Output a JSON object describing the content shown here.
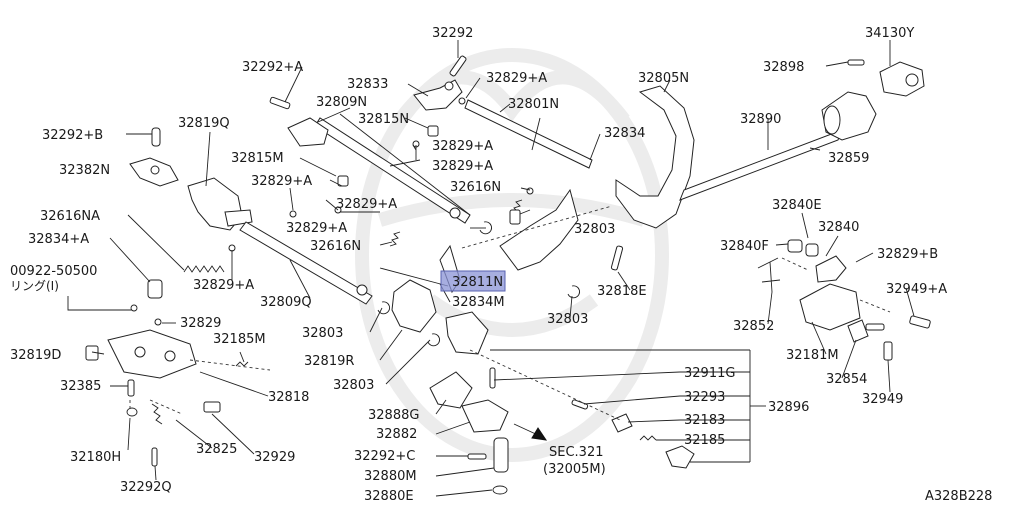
{
  "title_code": "A328B228",
  "labels": {
    "p32292": "32292",
    "p34130Y": "34130Y",
    "p32292A": "32292+A",
    "p32833": "32833",
    "p32829A_1": "32829+A",
    "p32805N": "32805N",
    "p32898": "32898",
    "p32809N": "32809N",
    "p32801N": "32801N",
    "p32292B": "32292+B",
    "p32819Q": "32819Q",
    "p32815N": "32815N",
    "p32890": "32890",
    "p32829A_2": "32829+A",
    "p32834": "32834",
    "p32815M": "32815M",
    "p32829A_3": "32829+A",
    "p32382N": "32382N",
    "p32829A_4": "32829+A",
    "p32616N_1": "32616N",
    "p32859": "32859",
    "p32829A_5": "32829+A",
    "p32840E": "32840E",
    "p32616NA": "32616NA",
    "p32829A_6": "32829+A",
    "p32803_1": "32803",
    "p32840": "32840",
    "p32834A": "32834+A",
    "p32616N_2": "32616N",
    "p32840F": "32840F",
    "p32829B": "32829+B",
    "p00922": "00922-50500",
    "ring": "リング(I)",
    "p32829A_7": "32829+A",
    "p32811N": "32811N",
    "p32818E": "32818E",
    "p32949A": "32949+A",
    "p32809Q": "32809Q",
    "p32834M": "32834M",
    "p32829": "32829",
    "p32803_2": "32803",
    "p32803_3": "32803",
    "p32852": "32852",
    "p32185M": "32185M",
    "p32819D": "32819D",
    "p32819R": "32819R",
    "p32181M": "32181M",
    "p32803_4": "32803",
    "p32911G": "32911G",
    "p32854": "32854",
    "p32385": "32385",
    "p32818": "32818",
    "p32293": "32293",
    "p32896": "32896",
    "p32949": "32949",
    "p32888G": "32888G",
    "p32183": "32183",
    "p32882": "32882",
    "p32185": "32185",
    "p32180H": "32180H",
    "p32825": "32825",
    "p32929": "32929",
    "sec321": "SEC.321",
    "sec321b": "(32005M)",
    "p32292C": "32292+C",
    "p32880M": "32880M",
    "p32292Q": "32292Q",
    "p32880E": "32880E"
  }
}
